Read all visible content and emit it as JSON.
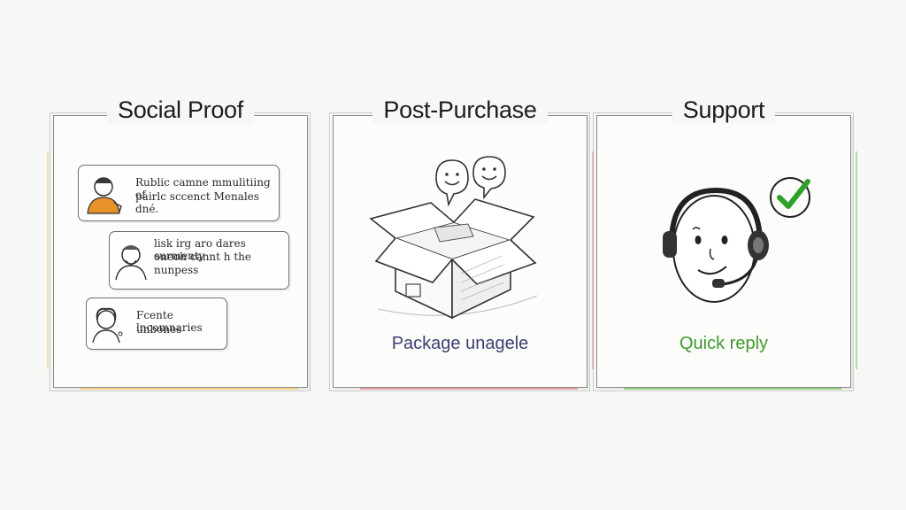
{
  "panels": [
    {
      "title": "Social Proof",
      "reviews": [
        {
          "line1": "Rublic camne mmulitiing of",
          "line2": "pairlc sccenct Menales dné."
        },
        {
          "line1": "lisk irg aro dares surmenty",
          "line2": "oneoh cannt h the",
          "line3": "nunpess"
        },
        {
          "line1": "Fcente lncomnaries",
          "line2": "unbones"
        }
      ]
    },
    {
      "title": "Post-Purchase",
      "caption": "Package unagele"
    },
    {
      "title": "Support",
      "caption": "Quick reply"
    }
  ],
  "colors": {
    "caption_blue": "#3b3f6e",
    "caption_green": "#3f9a2e",
    "check_green": "#2fa12a",
    "avatar_orange": "#e8922a",
    "accent_red": "#e79a9a",
    "accent_yellow": "#f1cf7e",
    "accent_green": "#8fd17b",
    "accent_blue": "#8fb0e0"
  },
  "icons": [
    "person-avatar-icon",
    "open-box-icon",
    "smiley-bubble-icon",
    "headset-face-icon",
    "checkmark-icon"
  ]
}
